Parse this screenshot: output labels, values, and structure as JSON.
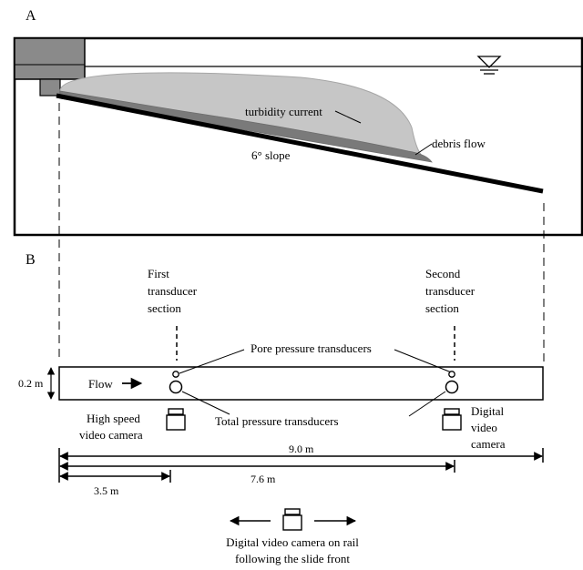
{
  "panel_a": {
    "label": "A",
    "turbidity_label": "turbidity current",
    "debris_label": "debris flow",
    "slope_label": "6° slope"
  },
  "panel_b": {
    "label": "B",
    "first_section": [
      "First",
      "transducer",
      "section"
    ],
    "second_section": [
      "Second",
      "transducer",
      "section"
    ],
    "pore_label": "Pore pressure transducers",
    "total_label": "Total pressure transducers",
    "flow_label": "Flow",
    "height_label": "0.2 m",
    "high_speed_cam": [
      "High speed",
      "video camera"
    ],
    "digital_cam": [
      "Digital",
      "video",
      "camera"
    ],
    "dim_total": "9.0 m",
    "dim_second": "7.6 m",
    "dim_first": "3.5 m",
    "rail_cam": [
      "Digital video camera on rail",
      "following the slide front"
    ]
  }
}
